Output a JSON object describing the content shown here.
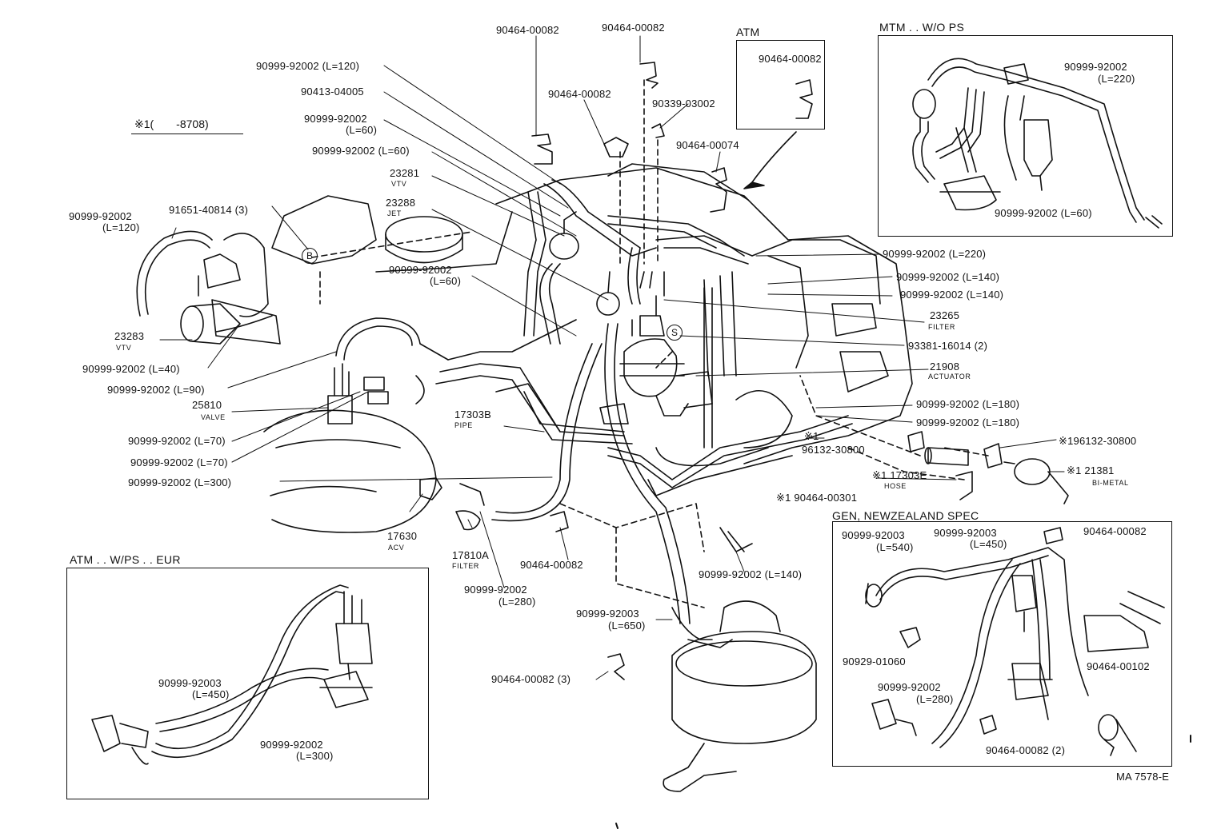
{
  "header_note": "※1(  -8708)",
  "figure_code": "MA 7578-E",
  "insets": {
    "atm": "ATM",
    "mtm": "MTM . . W/O PS",
    "atm_eur": "ATM . . W/PS . . EUR",
    "gen_nz": "GEN, NEWZEALAND SPEC"
  },
  "markers": {
    "b": "B",
    "s": "S"
  },
  "parts": [
    {
      "id": "p01",
      "text": "90464-00082"
    },
    {
      "id": "p02",
      "text": "90464-00082"
    },
    {
      "id": "p03",
      "text": "90999-92002 (L=120)"
    },
    {
      "id": "p04",
      "text": "90413-04005"
    },
    {
      "id": "p05",
      "text": "90999-92002"
    },
    {
      "id": "p06",
      "text": "(L=60)"
    },
    {
      "id": "p07",
      "text": "90464-00082"
    },
    {
      "id": "p08",
      "text": "90339-03002"
    },
    {
      "id": "p09",
      "text": "90999-92002 (L=60)"
    },
    {
      "id": "p10",
      "text": "90464-00074"
    },
    {
      "id": "p11",
      "text": "23281"
    },
    {
      "id": "p12",
      "text": "23288"
    },
    {
      "id": "p13",
      "text": "91651-40814 (3)"
    },
    {
      "id": "p14",
      "text": "90999-92002"
    },
    {
      "id": "p15",
      "text": "(L=120)"
    },
    {
      "id": "p16",
      "text": "90999-92002"
    },
    {
      "id": "p17",
      "text": "(L=60)"
    },
    {
      "id": "p18",
      "text": "23283"
    },
    {
      "id": "p19",
      "text": "90999-92002 (L=40)"
    },
    {
      "id": "p20",
      "text": "90999-92002 (L=90)"
    },
    {
      "id": "p21",
      "text": "25810"
    },
    {
      "id": "p22",
      "text": "90999-92002 (L=70)"
    },
    {
      "id": "p23",
      "text": "90999-92002 (L=70)"
    },
    {
      "id": "p24",
      "text": "90999-92002 (L=300)"
    },
    {
      "id": "p25",
      "text": "17303B"
    },
    {
      "id": "p26",
      "text": "17630"
    },
    {
      "id": "p27",
      "text": "17810A"
    },
    {
      "id": "p28",
      "text": "90464-00082"
    },
    {
      "id": "p29",
      "text": "90999-92002"
    },
    {
      "id": "p30",
      "text": "(L=280)"
    },
    {
      "id": "p31",
      "text": "90999-92003"
    },
    {
      "id": "p32",
      "text": "(L=650)"
    },
    {
      "id": "p33",
      "text": "90464-00082 (3)"
    },
    {
      "id": "p34",
      "text": "90999-92002 (L=140)"
    },
    {
      "id": "p35",
      "text": "90999-92002 (L=220)"
    },
    {
      "id": "p36",
      "text": "90999-92002 (L=140)"
    },
    {
      "id": "p37",
      "text": "90999-92002 (L=140)"
    },
    {
      "id": "p38",
      "text": "23265"
    },
    {
      "id": "p39",
      "text": "93381-16014 (2)"
    },
    {
      "id": "p40",
      "text": "21908"
    },
    {
      "id": "p41",
      "text": "90999-92002 (L=180)"
    },
    {
      "id": "p42",
      "text": "90999-92002 (L=180)"
    },
    {
      "id": "p43",
      "text": "※1"
    },
    {
      "id": "p44",
      "text": "96132-30800"
    },
    {
      "id": "p45",
      "text": "※1 17303E"
    },
    {
      "id": "p46",
      "text": "※1 90464-00301"
    },
    {
      "id": "p47",
      "text": "※196132-30800"
    },
    {
      "id": "p48",
      "text": "※1  21381"
    },
    {
      "id": "p49",
      "text": "90464-00082"
    },
    {
      "id": "p50",
      "text": "90999-92002"
    },
    {
      "id": "p51",
      "text": "(L=220)"
    },
    {
      "id": "p52",
      "text": "90999-92002 (L=60)"
    },
    {
      "id": "p53",
      "text": "90999-92003"
    },
    {
      "id": "p54",
      "text": "(L=450)"
    },
    {
      "id": "p55",
      "text": "90999-92002"
    },
    {
      "id": "p56",
      "text": "(L=300)"
    },
    {
      "id": "p57",
      "text": "90999-92003"
    },
    {
      "id": "p58",
      "text": "(L=540)"
    },
    {
      "id": "p59",
      "text": "90999-92003"
    },
    {
      "id": "p60",
      "text": "(L=450)"
    },
    {
      "id": "p61",
      "text": "90464-00082"
    },
    {
      "id": "p62",
      "text": "90929-01060"
    },
    {
      "id": "p63",
      "text": "90999-92002"
    },
    {
      "id": "p64",
      "text": "(L=280)"
    },
    {
      "id": "p65",
      "text": "90464-00082 (2)"
    },
    {
      "id": "p66",
      "text": "90464-00102"
    }
  ],
  "subs": [
    {
      "id": "s01",
      "text": "VTV"
    },
    {
      "id": "s02",
      "text": "JET"
    },
    {
      "id": "s03",
      "text": "VTV"
    },
    {
      "id": "s04",
      "text": "VALVE"
    },
    {
      "id": "s05",
      "text": "PIPE"
    },
    {
      "id": "s06",
      "text": "ACV"
    },
    {
      "id": "s07",
      "text": "FILTER"
    },
    {
      "id": "s08",
      "text": "FILTER"
    },
    {
      "id": "s09",
      "text": "ACTUATOR"
    },
    {
      "id": "s10",
      "text": "HOSE"
    },
    {
      "id": "s11",
      "text": "BI-METAL"
    }
  ]
}
